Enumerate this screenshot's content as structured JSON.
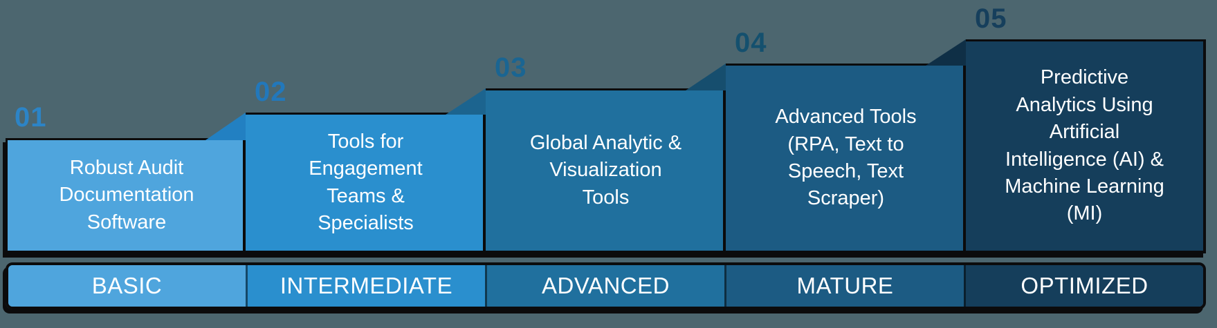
{
  "diagram": {
    "background_color": "#4C666F",
    "outline_color": "#0b0b0c",
    "text_color": "#FFFFFF"
  },
  "levels": [
    {
      "number": "01",
      "number_color": "#2C84C6",
      "title": "Robust Audit\nDocumentation\nSoftware",
      "stage": "BASIC",
      "fill": "#4FA5DD",
      "wedge_color": null
    },
    {
      "number": "02",
      "number_color": "#2278BB",
      "title": "Tools for\nEngagement\nTeams &\nSpecialists",
      "stage": "INTERMEDIATE",
      "fill": "#2A8FCE",
      "wedge_color": "#2280C2"
    },
    {
      "number": "03",
      "number_color": "#1A6592",
      "title": "Global Analytic &\nVisualization\nTools",
      "stage": "ADVANCED",
      "fill": "#20709E",
      "wedge_color": "#1C648F"
    },
    {
      "number": "04",
      "number_color": "#14506E",
      "title": "Advanced Tools\n(RPA, Text to\nSpeech, Text\nScraper)",
      "stage": "MATURE",
      "fill": "#1C5B83",
      "wedge_color": "#164E6E"
    },
    {
      "number": "05",
      "number_color": "#163F5C",
      "title": "Predictive\nAnalytics Using\nArtificial\nIntelligence (AI) &\nMachine Learning\n(MI)",
      "stage": "OPTIMIZED",
      "fill": "#153E5B",
      "wedge_color": "#0F2F46"
    }
  ]
}
